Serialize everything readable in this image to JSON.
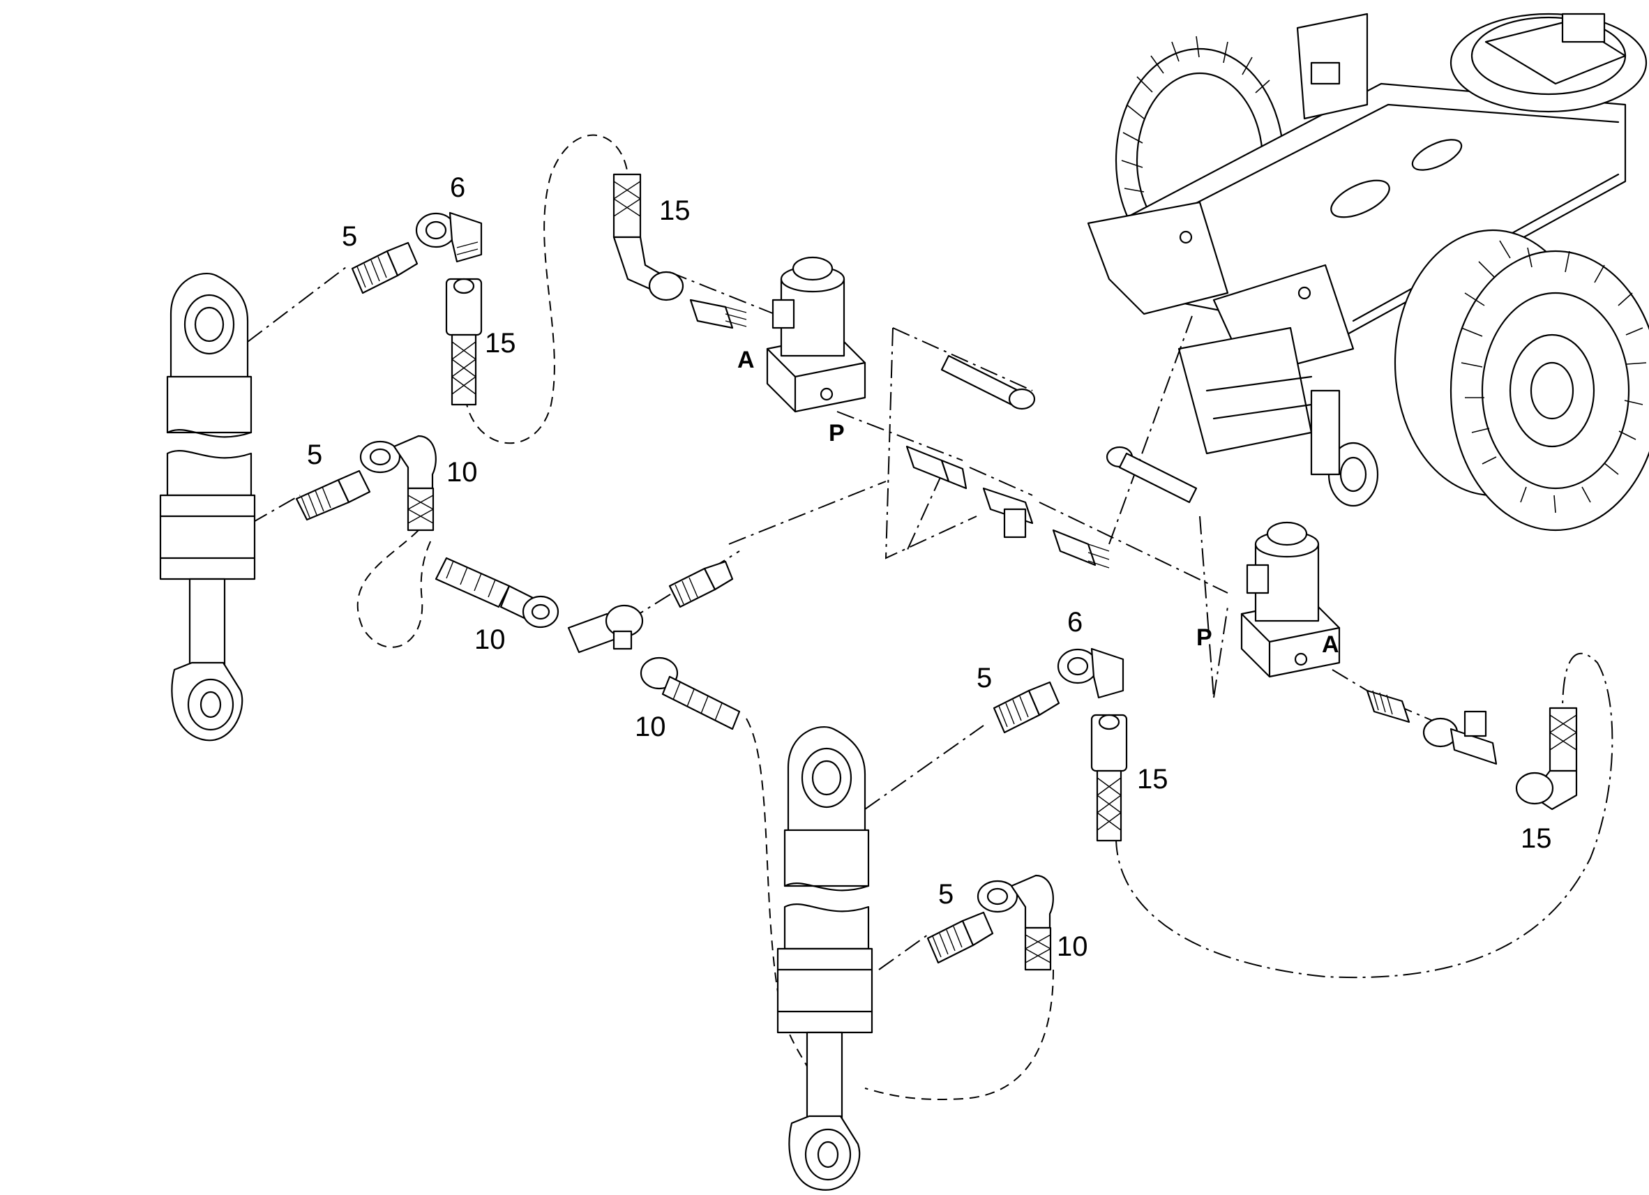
{
  "callouts": {
    "c_5a": "5",
    "c_6a": "6",
    "c_15a": "15",
    "c_15b": "15",
    "c_5b": "5",
    "c_10a": "10",
    "c_10b": "10",
    "c_10c": "10",
    "c_6b": "6",
    "c_5c": "5",
    "c_15c": "15",
    "c_15d": "15",
    "c_5d": "5",
    "c_10d": "10"
  },
  "ports": {
    "valve1_a": "A",
    "valve1_p": "P",
    "valve2_p": "P",
    "valve2_a": "A"
  },
  "colors": {
    "line": "#000000",
    "background": "#ffffff"
  }
}
